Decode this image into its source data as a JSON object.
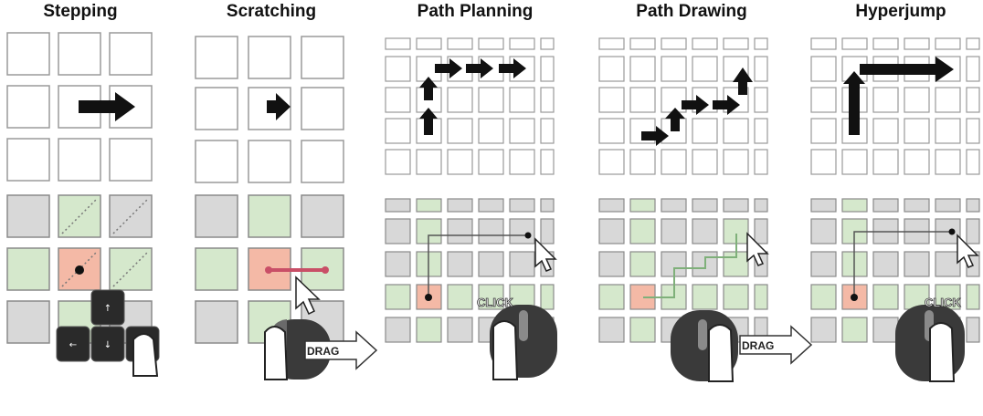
{
  "panels": [
    {
      "title": "Stepping"
    },
    {
      "title": "Scratching"
    },
    {
      "title": "Path Planning"
    },
    {
      "title": "Path Drawing"
    },
    {
      "title": "Hyperjump"
    }
  ],
  "gesture_labels": {
    "scratching": "DRAG",
    "path_planning": "CLICK",
    "path_drawing": "DRAG",
    "hyperjump": "CLICK"
  },
  "colors": {
    "cell_gray": "#d8d8d8",
    "cell_green": "#d5e8cc",
    "cell_red": "#f4b9a6",
    "arrow": "#111111",
    "path_line": "#8a8a8a",
    "drag_trail": "#c94f67"
  },
  "icons": [
    "arrow-key-icon",
    "mouse-icon",
    "hand-icon",
    "cursor-icon",
    "direction-arrow-icon",
    "drag-arrow-icon"
  ]
}
